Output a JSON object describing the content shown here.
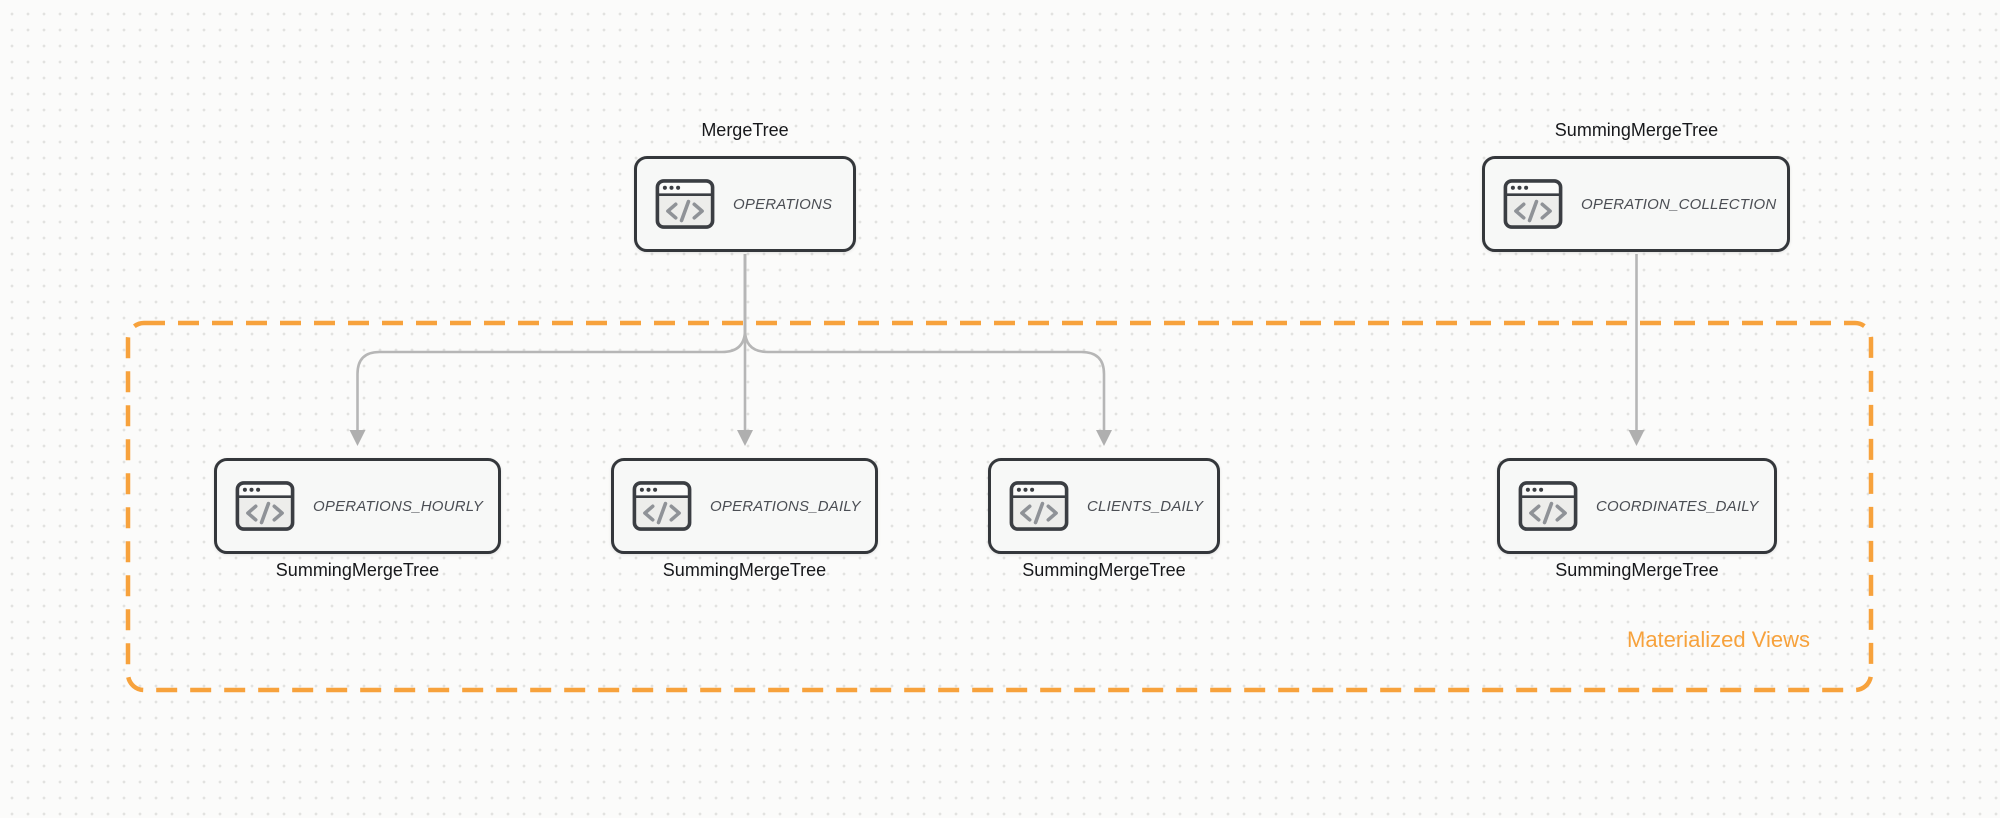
{
  "diagram": {
    "title_hint": "table engines and materialized views flow",
    "group": {
      "label": "Materialized Views"
    },
    "nodes": {
      "operations": {
        "label": "OPERATIONS",
        "engine": "MergeTree",
        "engine_position": "top"
      },
      "operation_collection": {
        "label": "OPERATION_COLLECTION",
        "engine": "SummingMergeTree",
        "engine_position": "top"
      },
      "operations_hourly": {
        "label": "OPERATIONS_HOURLY",
        "engine": "SummingMergeTree",
        "engine_position": "bottom"
      },
      "operations_daily": {
        "label": "OPERATIONS_DAILY",
        "engine": "SummingMergeTree",
        "engine_position": "bottom"
      },
      "clients_daily": {
        "label": "CLIENTS_DAILY",
        "engine": "SummingMergeTree",
        "engine_position": "bottom"
      },
      "coordinates_daily": {
        "label": "COORDINATES_DAILY",
        "engine": "SummingMergeTree",
        "engine_position": "bottom"
      }
    },
    "edges": [
      {
        "from": "operations",
        "to": "operations_hourly"
      },
      {
        "from": "operations",
        "to": "operations_daily"
      },
      {
        "from": "operations",
        "to": "clients_daily"
      },
      {
        "from": "operation_collection",
        "to": "coordinates_daily"
      }
    ],
    "icon": "code-window-icon",
    "colors": {
      "accent_orange": "#F7A23C",
      "connector_gray": "#B6B6B6",
      "node_border": "#34373B",
      "node_fill": "#F7F8F7",
      "node_label_text": "#4B4E54",
      "engine_label_text": "#17181B",
      "background": "#FBFBFA",
      "grid_dots": "#E2E2E0"
    }
  }
}
